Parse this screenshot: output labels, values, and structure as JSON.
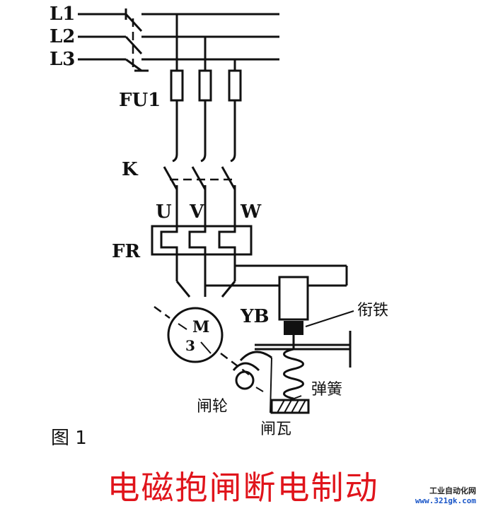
{
  "labels": {
    "L1": "L1",
    "L2": "L2",
    "L3": "L3",
    "FU1": "FU1",
    "K": "K",
    "U": "U",
    "V": "V",
    "W": "W",
    "FR": "FR",
    "YB": "YB",
    "motor_M": "M",
    "motor_3": "3",
    "armature": "衔铁",
    "spring": "弹簧",
    "brake_wheel": "闸轮",
    "brake_shoe": "闸瓦",
    "figure": "图 1"
  },
  "caption": "电磁抱闸断电制动",
  "watermark": {
    "line1": "工业自动化网",
    "line2": "www.321gk.com"
  },
  "colors": {
    "ink": "#111111",
    "caption": "#e0141b",
    "watermark_url": "#1a56c8"
  }
}
